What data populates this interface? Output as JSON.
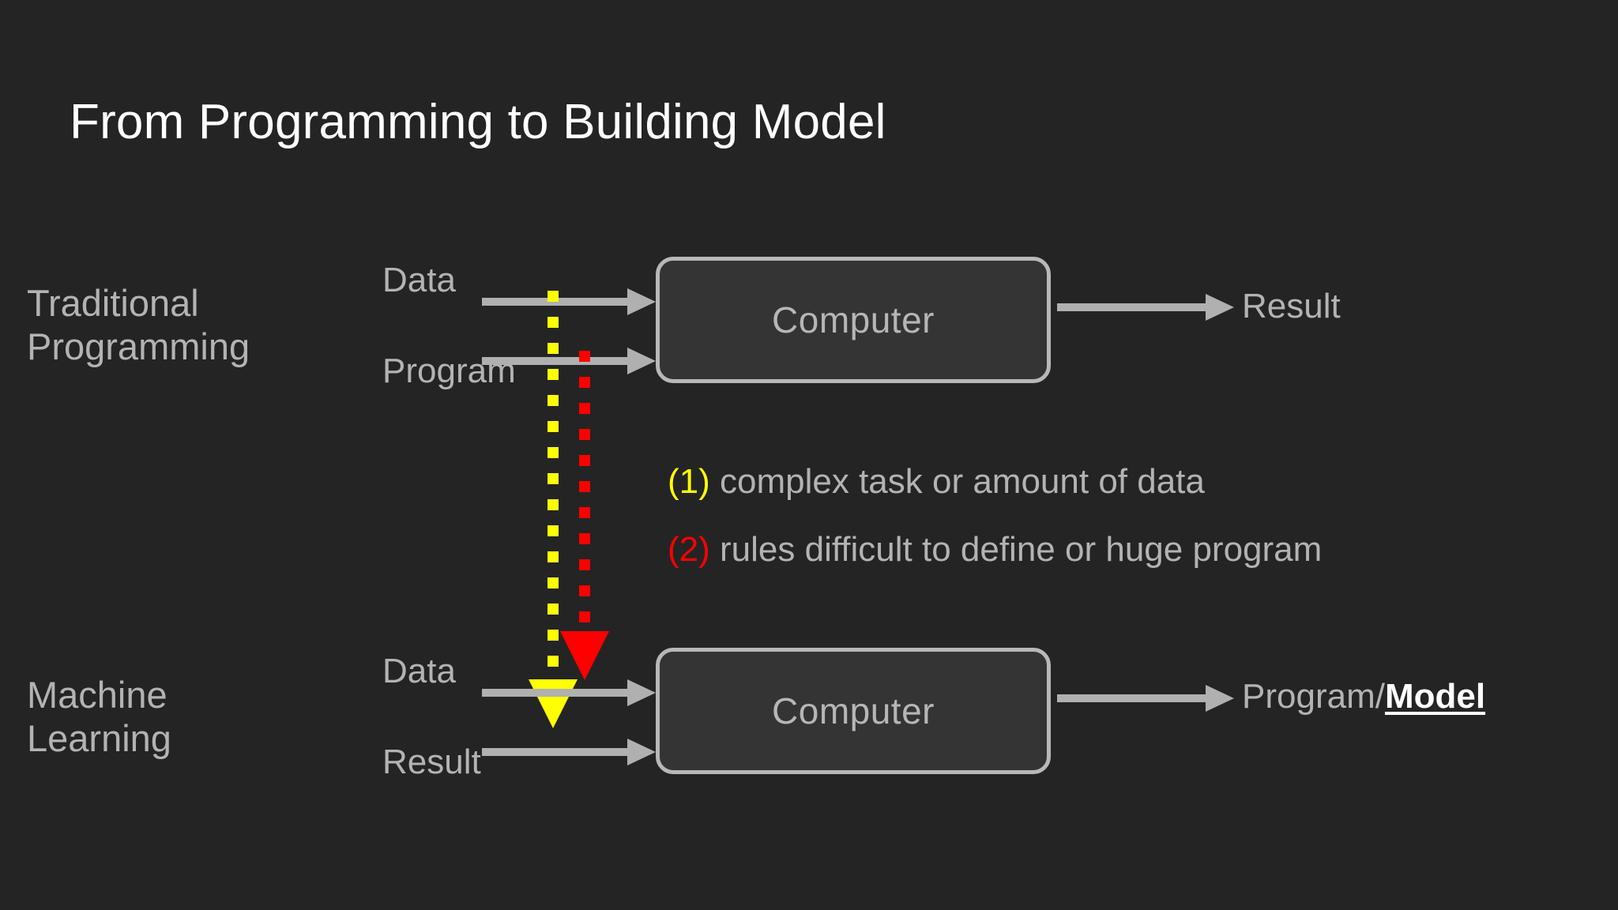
{
  "slide": {
    "title": "From Programming to Building Model",
    "background_color": "#242424",
    "text_color": "#b3b3b3",
    "title_color": "#ffffff"
  },
  "rows": [
    {
      "id": "traditional",
      "label": "Traditional\nProgramming",
      "inputs": [
        "Data",
        "Program"
      ],
      "process": "Computer",
      "output": "Result"
    },
    {
      "id": "machine-learning",
      "label": "Machine\nLearning",
      "inputs": [
        "Data",
        "Result"
      ],
      "process": "Computer",
      "output_prefix": "Program/",
      "output_emphasis": "Model"
    }
  ],
  "annotations": [
    {
      "marker": "(1)",
      "marker_color": "#ffff00",
      "text": " complex task or amount of data"
    },
    {
      "marker": "(2)",
      "marker_color": "#ff0000",
      "text": " rules difficult to define or huge program"
    }
  ],
  "feedback_lines": [
    {
      "id": "yellow-line",
      "color": "#ffff00",
      "from": "Traditional Data input",
      "to": "Machine Learning Result input"
    },
    {
      "id": "red-line",
      "color": "#ff0000",
      "from": "Traditional Program input",
      "to": "Machine Learning Data input"
    }
  ],
  "arrow_color": "#b0b0b0",
  "box_border_color": "#b8b8b8",
  "box_fill_color": "#343434"
}
